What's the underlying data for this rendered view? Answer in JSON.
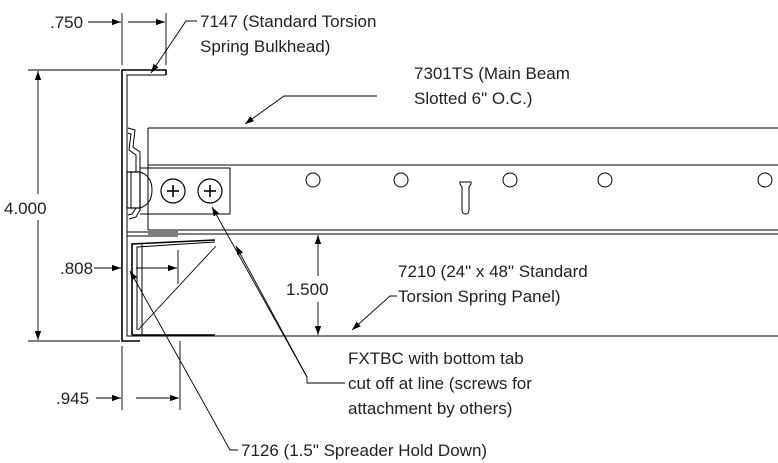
{
  "dimensions": {
    "top_width": ".750",
    "overall_height": "4.000",
    "clip_depth": ".808",
    "panel_height": "1.500",
    "bottom_width": ".945"
  },
  "callouts": {
    "bulkhead": [
      "7147 (Standard Torsion",
      "Spring Bulkhead)"
    ],
    "main_beam": [
      "7301TS (Main Beam",
      "Slotted 6\" O.C.)"
    ],
    "panel": [
      "7210 (24\" x 48\" Standard",
      "Torsion Spring Panel)"
    ],
    "clip": [
      "FXTBC with bottom tab",
      "cut off at line (screws for",
      "attachment by others)"
    ],
    "spreader": [
      "7126 (1.5\" Spreader Hold Down)"
    ]
  }
}
